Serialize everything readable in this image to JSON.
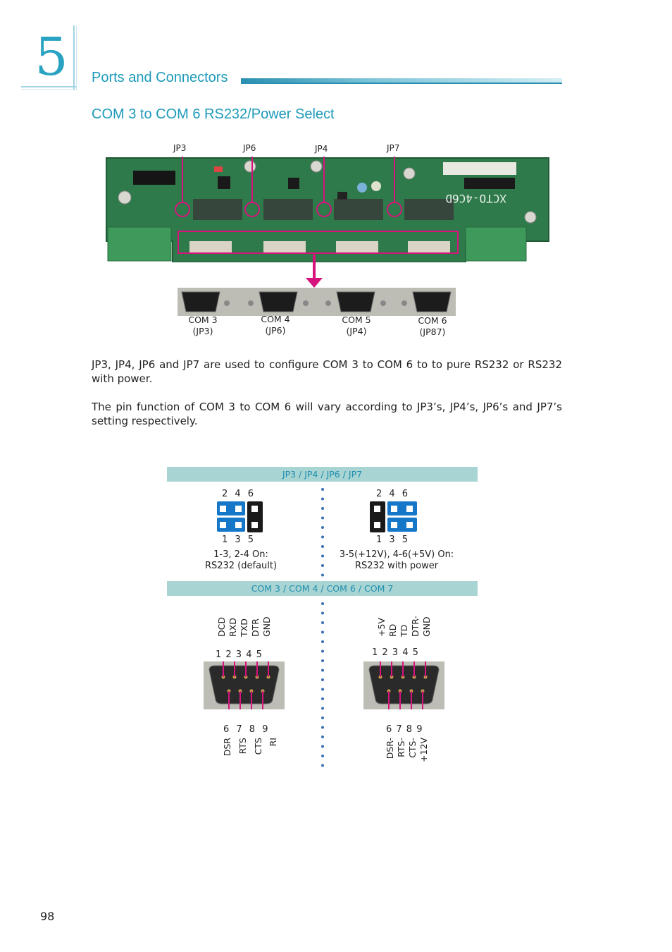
{
  "chapter": {
    "number": "5",
    "title": "Ports and Connectors"
  },
  "section": {
    "title": "COM 3 to COM 6 RS232/Power Select"
  },
  "board": {
    "jumper_labels": [
      "JP3",
      "JP6",
      "JP4",
      "JP7"
    ],
    "silkscreen": "XCTO-4C6D",
    "com_ports": [
      {
        "name": "COM 3",
        "jumper": "(JP3)"
      },
      {
        "name": "COM 4",
        "jumper": "(JP6)"
      },
      {
        "name": "COM 5",
        "jumper": "(JP4)"
      },
      {
        "name": "COM 6",
        "jumper": "(JP87)"
      }
    ]
  },
  "paragraphs": [
    "JP3, JP4, JP6 and JP7 are used to configure COM 3 to COM 6 to to pure RS232 or RS232 with power.",
    "The pin function of COM 3 to COM 6 will vary according to JP3’s, JP4’s, JP6’s and JP7’s setting respectively."
  ],
  "jumper_table": {
    "header": "JP3 / JP4 / JP6 / JP7",
    "settings": [
      {
        "top_pins": "2 4 6",
        "bottom_pins": "1 3 5",
        "caption_line1": "1-3, 2-4 On:",
        "caption_line2": "RS232 (default)"
      },
      {
        "top_pins": "2 4 6",
        "bottom_pins": "1 3 5",
        "caption_line1": "3-5(+12V), 4-6(+5V) On:",
        "caption_line2": "RS232 with power"
      }
    ]
  },
  "com_table": {
    "header": "COM 3 / COM 4 / COM 6 / COM 7",
    "pinouts": [
      {
        "top_signals": [
          "DCD",
          "RXD",
          "TXD",
          "DTR",
          "GND"
        ],
        "top_numbers": "1 2 3 4 5",
        "bottom_numbers": "6 7 8 9",
        "bottom_signals": [
          "DSR",
          "RTS",
          "CTS",
          "RI"
        ]
      },
      {
        "top_signals": [
          "+5V",
          "RD",
          "TD",
          "DTR-",
          "GND"
        ],
        "top_numbers": "1 2 3 4 5",
        "bottom_numbers": "6 7 8 9",
        "bottom_signals": [
          "DSR-",
          "RTS-",
          "CTS-",
          "+12V"
        ]
      }
    ]
  },
  "page_number": "98",
  "colors": {
    "accent": "#1d9ab9",
    "callout": "#d6127d",
    "jumper_on": "#1677c9",
    "band": "#a8d4d4",
    "board": "#2e7d4a"
  }
}
